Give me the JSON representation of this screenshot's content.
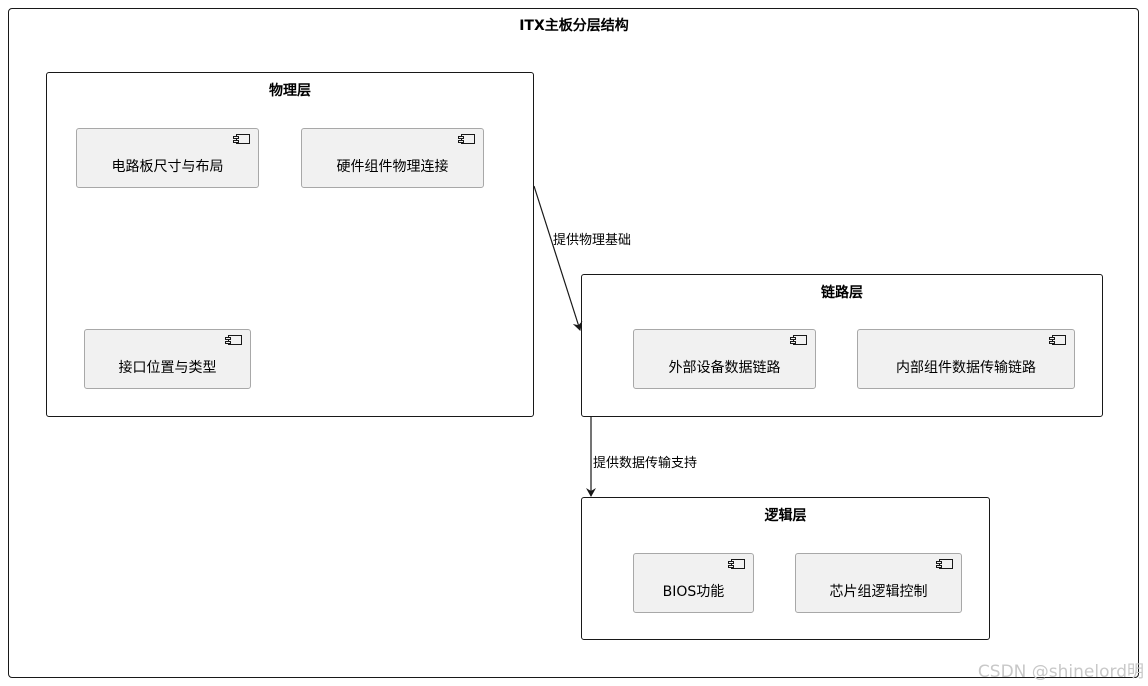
{
  "title": "ITX主板分层结构",
  "packages": {
    "physical": {
      "title": "物理层",
      "components": [
        "电路板尺寸与布局",
        "硬件组件物理连接",
        "接口位置与类型"
      ]
    },
    "link": {
      "title": "链路层",
      "components": [
        "外部设备数据链路",
        "内部组件数据传输链路"
      ]
    },
    "logic": {
      "title": "逻辑层",
      "components": [
        "BIOS功能",
        "芯片组逻辑控制"
      ]
    }
  },
  "edges": [
    {
      "from": "物理层",
      "to": "链路层",
      "label": "提供物理基础"
    },
    {
      "from": "链路层",
      "to": "逻辑层",
      "label": "提供数据传输支持"
    }
  ],
  "watermark": "CSDN @shinelord明"
}
